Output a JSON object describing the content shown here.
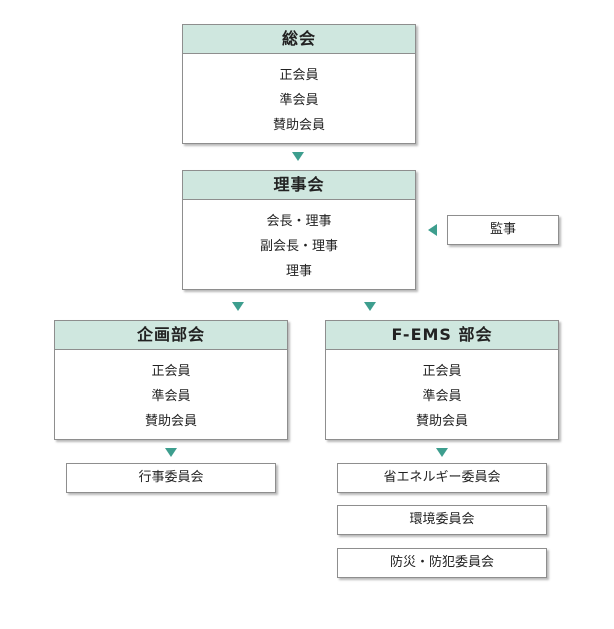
{
  "colors": {
    "header_fill": "#cfe7df",
    "arrow": "#3d9e8e",
    "border": "#8e8e8e"
  },
  "general_assembly": {
    "title": "総会",
    "members": [
      "正会員",
      "準会員",
      "賛助会員"
    ]
  },
  "board": {
    "title": "理事会",
    "members": [
      "会長・理事",
      "副会長・理事",
      "理事"
    ]
  },
  "auditor": {
    "label": "監事"
  },
  "planning": {
    "title": "企画部会",
    "members": [
      "正会員",
      "準会員",
      "賛助会員"
    ],
    "committees": [
      "行事委員会"
    ]
  },
  "fems": {
    "title": "F-EMS 部会",
    "members": [
      "正会員",
      "準会員",
      "賛助会員"
    ],
    "committees": [
      "省エネルギー委員会",
      "環境委員会",
      "防災・防犯委員会"
    ]
  }
}
